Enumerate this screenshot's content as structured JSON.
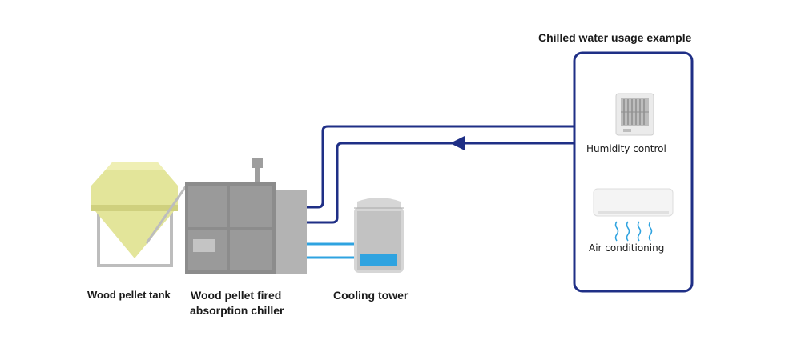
{
  "labels": {
    "usage_title": "Chilled water usage example",
    "humidity_control": "Humidity control",
    "air_conditioning": "Air conditioning",
    "tank": "Wood pellet tank",
    "chiller_line1": "Wood pellet fired",
    "chiller_line2": "absorption chiller",
    "cooling_tower": "Cooling tower"
  },
  "colors": {
    "chilled_water_line": "#1f2f86",
    "cooling_water_line": "#2fa3e0",
    "tank": "#e3e59a",
    "chiller_body": "#8c8c8c",
    "tower_water": "#2fa3e0"
  },
  "icons": [
    "humidifier-icon",
    "air-conditioner-icon",
    "airflow-icon"
  ]
}
